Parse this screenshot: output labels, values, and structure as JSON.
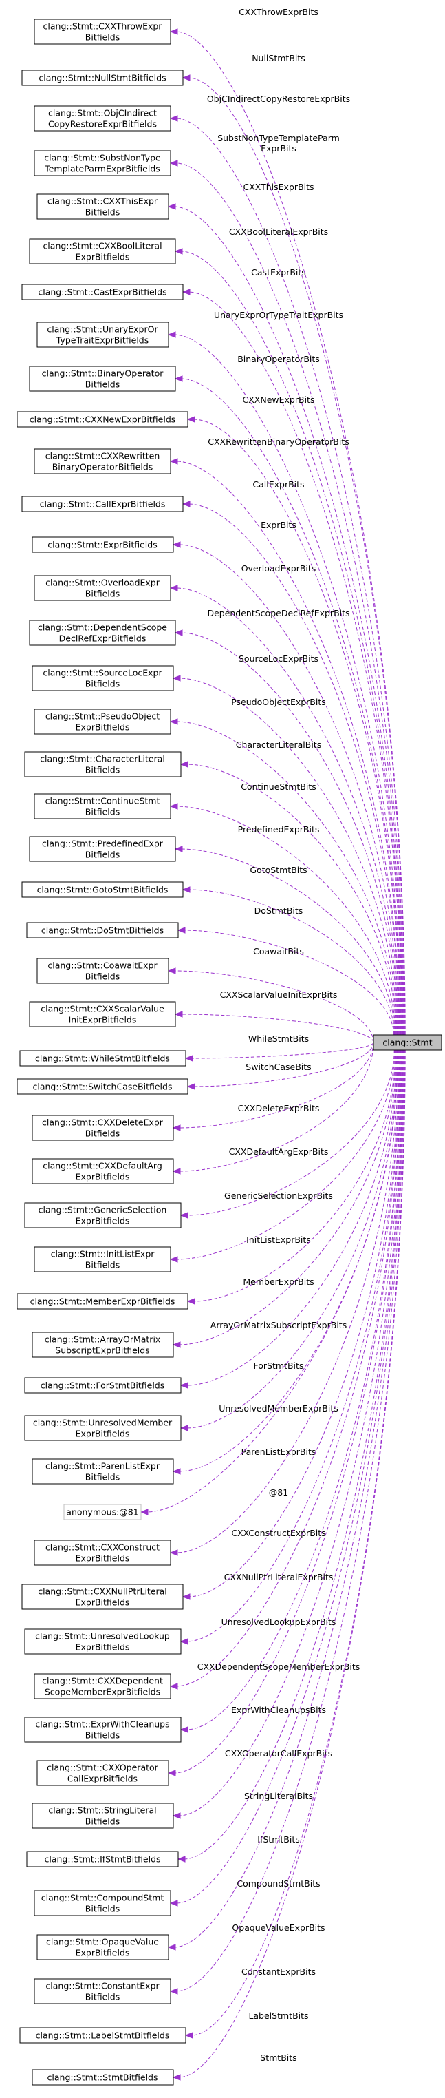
{
  "target": "clang::Stmt",
  "nodes": [
    {
      "lines": [
        "clang::Stmt::CXXThrowExpr",
        "Bitfields"
      ],
      "edge": "CXXThrowExprBits"
    },
    {
      "lines": [
        "clang::Stmt::NullStmtBitfields"
      ],
      "edge": "NullStmtBits"
    },
    {
      "lines": [
        "clang::Stmt::ObjCIndirect",
        "CopyRestoreExprBitfields"
      ],
      "edge": "ObjCIndirectCopyRestoreExprBits"
    },
    {
      "lines": [
        "clang::Stmt::SubstNonType",
        "TemplateParmExprBitfields"
      ],
      "edge": "SubstNonTypeTemplateParm\nExprBits"
    },
    {
      "lines": [
        "clang::Stmt::CXXThisExpr",
        "Bitfields"
      ],
      "edge": "CXXThisExprBits"
    },
    {
      "lines": [
        "clang::Stmt::CXXBoolLiteral",
        "ExprBitfields"
      ],
      "edge": "CXXBoolLiteralExprBits"
    },
    {
      "lines": [
        "clang::Stmt::CastExprBitfields"
      ],
      "edge": "CastExprBits"
    },
    {
      "lines": [
        "clang::Stmt::UnaryExprOr",
        "TypeTraitExprBitfields"
      ],
      "edge": "UnaryExprOrTypeTraitExprBits"
    },
    {
      "lines": [
        "clang::Stmt::BinaryOperator",
        "Bitfields"
      ],
      "edge": "BinaryOperatorBits"
    },
    {
      "lines": [
        "clang::Stmt::CXXNewExprBitfields"
      ],
      "edge": "CXXNewExprBits"
    },
    {
      "lines": [
        "clang::Stmt::CXXRewritten",
        "BinaryOperatorBitfields"
      ],
      "edge": "CXXRewrittenBinaryOperatorBits"
    },
    {
      "lines": [
        "clang::Stmt::CallExprBitfields"
      ],
      "edge": "CallExprBits"
    },
    {
      "lines": [
        "clang::Stmt::ExprBitfields"
      ],
      "edge": "ExprBits"
    },
    {
      "lines": [
        "clang::Stmt::OverloadExpr",
        "Bitfields"
      ],
      "edge": "OverloadExprBits"
    },
    {
      "lines": [
        "clang::Stmt::DependentScope",
        "DeclRefExprBitfields"
      ],
      "edge": "DependentScopeDeclRefExprBits"
    },
    {
      "lines": [
        "clang::Stmt::SourceLocExpr",
        "Bitfields"
      ],
      "edge": "SourceLocExprBits"
    },
    {
      "lines": [
        "clang::Stmt::PseudoObject",
        "ExprBitfields"
      ],
      "edge": "PseudoObjectExprBits"
    },
    {
      "lines": [
        "clang::Stmt::CharacterLiteral",
        "Bitfields"
      ],
      "edge": "CharacterLiteralBits"
    },
    {
      "lines": [
        "clang::Stmt::ContinueStmt",
        "Bitfields"
      ],
      "edge": "ContinueStmtBits"
    },
    {
      "lines": [
        "clang::Stmt::PredefinedExpr",
        "Bitfields"
      ],
      "edge": "PredefinedExprBits"
    },
    {
      "lines": [
        "clang::Stmt::GotoStmtBitfields"
      ],
      "edge": "GotoStmtBits"
    },
    {
      "lines": [
        "clang::Stmt::DoStmtBitfields"
      ],
      "edge": "DoStmtBits"
    },
    {
      "lines": [
        "clang::Stmt::CoawaitExpr",
        "Bitfields"
      ],
      "edge": "CoawaitBits"
    },
    {
      "lines": [
        "clang::Stmt::CXXScalarValue",
        "InitExprBitfields"
      ],
      "edge": "CXXScalarValueInitExprBits"
    },
    {
      "lines": [
        "clang::Stmt::WhileStmtBitfields"
      ],
      "edge": "WhileStmtBits"
    },
    {
      "lines": [
        "clang::Stmt::SwitchCaseBitfields"
      ],
      "edge": "SwitchCaseBits"
    },
    {
      "lines": [
        "clang::Stmt::CXXDeleteExpr",
        "Bitfields"
      ],
      "edge": "CXXDeleteExprBits"
    },
    {
      "lines": [
        "clang::Stmt::CXXDefaultArg",
        "ExprBitfields"
      ],
      "edge": "CXXDefaultArgExprBits"
    },
    {
      "lines": [
        "clang::Stmt::GenericSelection",
        "ExprBitfields"
      ],
      "edge": "GenericSelectionExprBits"
    },
    {
      "lines": [
        "clang::Stmt::InitListExpr",
        "Bitfields"
      ],
      "edge": "InitListExprBits"
    },
    {
      "lines": [
        "clang::Stmt::MemberExprBitfields"
      ],
      "edge": "MemberExprBits"
    },
    {
      "lines": [
        "clang::Stmt::ArrayOrMatrix",
        "SubscriptExprBitfields"
      ],
      "edge": "ArrayOrMatrixSubscriptExprBits"
    },
    {
      "lines": [
        "clang::Stmt::ForStmtBitfields"
      ],
      "edge": "ForStmtBits"
    },
    {
      "lines": [
        "clang::Stmt::UnresolvedMember",
        "ExprBitfields"
      ],
      "edge": "UnresolvedMemberExprBits"
    },
    {
      "lines": [
        "clang::Stmt::ParenListExpr",
        "Bitfields"
      ],
      "edge": "ParenListExprBits"
    },
    {
      "lines": [
        "anonymous:@81"
      ],
      "edge": "@81",
      "anon": true
    },
    {
      "lines": [
        "clang::Stmt::CXXConstruct",
        "ExprBitfields"
      ],
      "edge": "CXXConstructExprBits"
    },
    {
      "lines": [
        "clang::Stmt::CXXNullPtrLiteral",
        "ExprBitfields"
      ],
      "edge": "CXXNullPtrLiteralExprBits"
    },
    {
      "lines": [
        "clang::Stmt::UnresolvedLookup",
        "ExprBitfields"
      ],
      "edge": "UnresolvedLookupExprBits"
    },
    {
      "lines": [
        "clang::Stmt::CXXDependent",
        "ScopeMemberExprBitfields"
      ],
      "edge": "CXXDependentScopeMemberExprBits"
    },
    {
      "lines": [
        "clang::Stmt::ExprWithCleanups",
        "Bitfields"
      ],
      "edge": "ExprWithCleanupsBits"
    },
    {
      "lines": [
        "clang::Stmt::CXXOperator",
        "CallExprBitfields"
      ],
      "edge": "CXXOperatorCallExprBits"
    },
    {
      "lines": [
        "clang::Stmt::StringLiteral",
        "Bitfields"
      ],
      "edge": "StringLiteralBits"
    },
    {
      "lines": [
        "clang::Stmt::IfStmtBitfields"
      ],
      "edge": "IfStmtBits"
    },
    {
      "lines": [
        "clang::Stmt::CompoundStmt",
        "Bitfields"
      ],
      "edge": "CompoundStmtBits"
    },
    {
      "lines": [
        "clang::Stmt::OpaqueValue",
        "ExprBitfields"
      ],
      "edge": "OpaqueValueExprBits"
    },
    {
      "lines": [
        "clang::Stmt::ConstantExpr",
        "Bitfields"
      ],
      "edge": "ConstantExprBits"
    },
    {
      "lines": [
        "clang::Stmt::LabelStmtBitfields"
      ],
      "edge": "LabelStmtBits"
    },
    {
      "lines": [
        "clang::Stmt::StmtBitfields"
      ],
      "edge": "StmtBits"
    }
  ]
}
